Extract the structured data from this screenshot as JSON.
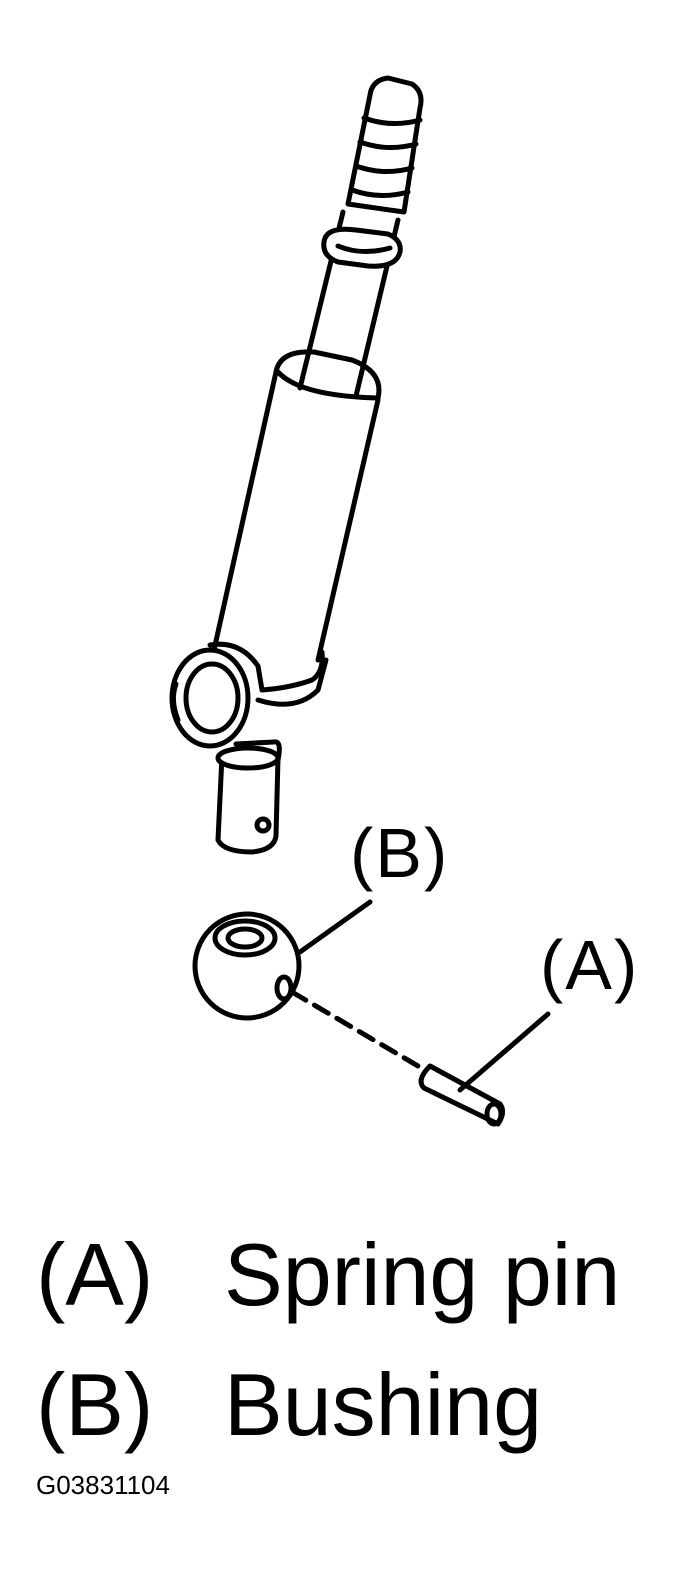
{
  "callouts": {
    "b": "(B)",
    "a": "(A)"
  },
  "legend": [
    {
      "key": "(A)",
      "label": "Spring pin"
    },
    {
      "key": "(B)",
      "label": "Bushing"
    }
  ],
  "figure_code": "G03831104",
  "colors": {
    "ink": "#000000",
    "background": "#ffffff"
  }
}
